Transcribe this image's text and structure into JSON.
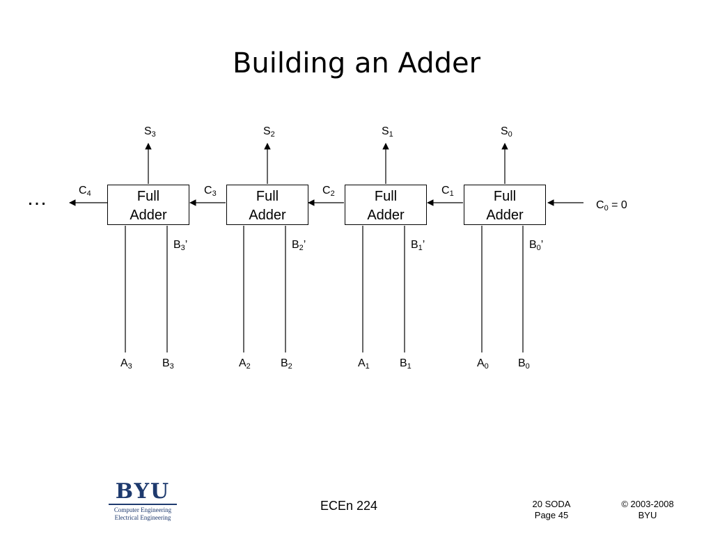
{
  "slide": {
    "title": "Building an Adder"
  },
  "diagram": {
    "adders": [
      {
        "line1": "Full",
        "line2": "Adder"
      },
      {
        "line1": "Full",
        "line2": "Adder"
      },
      {
        "line1": "Full",
        "line2": "Adder"
      },
      {
        "line1": "Full",
        "line2": "Adder"
      }
    ],
    "sums": [
      {
        "base": "S",
        "sub": "3"
      },
      {
        "base": "S",
        "sub": "2"
      },
      {
        "base": "S",
        "sub": "1"
      },
      {
        "base": "S",
        "sub": "0"
      }
    ],
    "carries": [
      {
        "base": "C",
        "sub": "4"
      },
      {
        "base": "C",
        "sub": "3"
      },
      {
        "base": "C",
        "sub": "2"
      },
      {
        "base": "C",
        "sub": "1"
      }
    ],
    "carry_in": {
      "base": "C",
      "sub": "0",
      "suffix": " = 0"
    },
    "b_inverted": [
      {
        "base": "B",
        "sub": "3",
        "suffix": "’"
      },
      {
        "base": "B",
        "sub": "2",
        "suffix": "’"
      },
      {
        "base": "B",
        "sub": "1",
        "suffix": "’"
      },
      {
        "base": "B",
        "sub": "0",
        "suffix": "’"
      }
    ],
    "a_inputs": [
      {
        "base": "A",
        "sub": "3"
      },
      {
        "base": "A",
        "sub": "2"
      },
      {
        "base": "A",
        "sub": "1"
      },
      {
        "base": "A",
        "sub": "0"
      }
    ],
    "b_inputs": [
      {
        "base": "B",
        "sub": "3"
      },
      {
        "base": "B",
        "sub": "2"
      },
      {
        "base": "B",
        "sub": "1"
      },
      {
        "base": "B",
        "sub": "0"
      }
    ],
    "ellipsis": "…"
  },
  "footer": {
    "logo_word": "BYU",
    "logo_line1": "Computer Engineering",
    "logo_line2": "Electrical Engineering",
    "course": "ECEn 224",
    "lecture": "20 SODA",
    "page": "Page 45",
    "copyright": "© 2003-2008",
    "org": "BYU"
  }
}
